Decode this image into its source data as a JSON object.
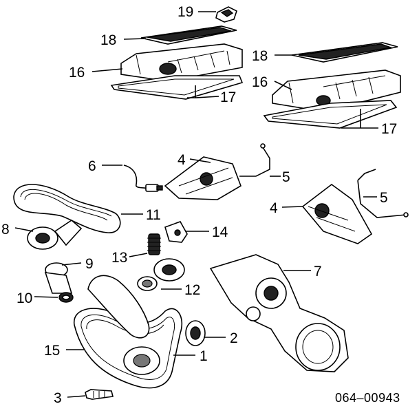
{
  "callouts": {
    "c19": "19",
    "c18a": "18",
    "c16a": "16",
    "c17a": "17",
    "c18b": "18",
    "c16b": "16",
    "c17b": "17",
    "c6": "6",
    "c4a": "4",
    "c5a": "5",
    "c4b": "4",
    "c5b": "5",
    "c11": "11",
    "c8": "8",
    "c14": "14",
    "c13": "13",
    "c9": "9",
    "c7": "7",
    "c12": "12",
    "c10": "10",
    "c2": "2",
    "c15": "15",
    "c1": "1",
    "c3": "3"
  },
  "reference_code": "064–00943"
}
